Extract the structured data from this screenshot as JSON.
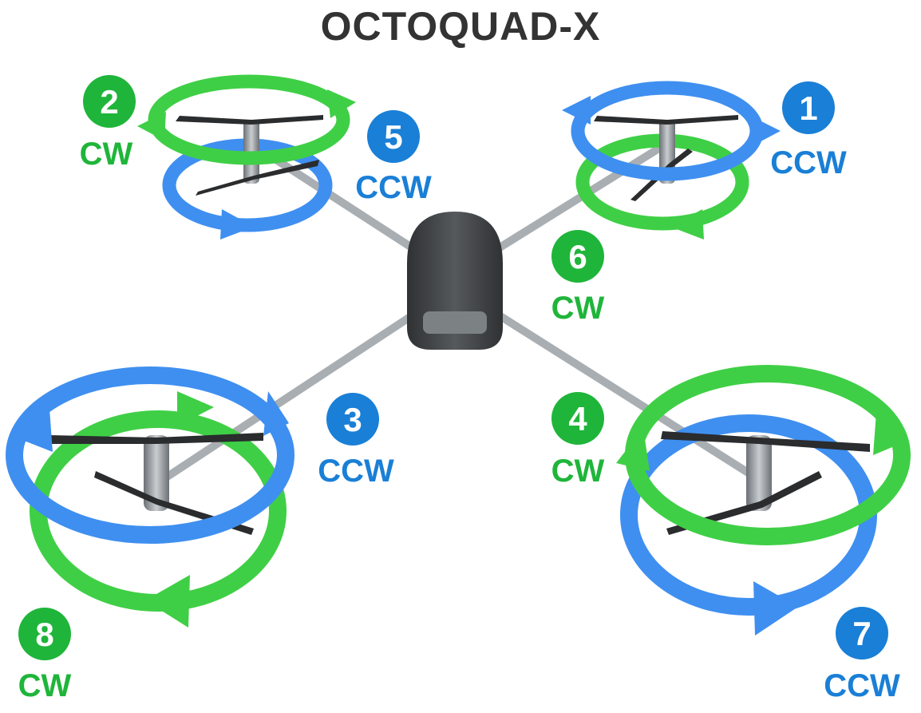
{
  "title": "OCTOQUAD-X",
  "colors": {
    "cw": "#1fb53a",
    "ccw": "#1a7fd6",
    "cw_arrow": "#3fcf46",
    "ccw_arrow": "#3f8ff0",
    "body": "#4a4d4f",
    "arm": "#a9aeb2"
  },
  "motors": [
    {
      "number": "1",
      "direction": "CCW",
      "color_key": "ccw"
    },
    {
      "number": "2",
      "direction": "CW",
      "color_key": "cw"
    },
    {
      "number": "3",
      "direction": "CCW",
      "color_key": "ccw"
    },
    {
      "number": "4",
      "direction": "CW",
      "color_key": "cw"
    },
    {
      "number": "5",
      "direction": "CCW",
      "color_key": "ccw"
    },
    {
      "number": "6",
      "direction": "CW",
      "color_key": "cw"
    },
    {
      "number": "7",
      "direction": "CCW",
      "color_key": "ccw"
    },
    {
      "number": "8",
      "direction": "CW",
      "color_key": "cw"
    }
  ]
}
